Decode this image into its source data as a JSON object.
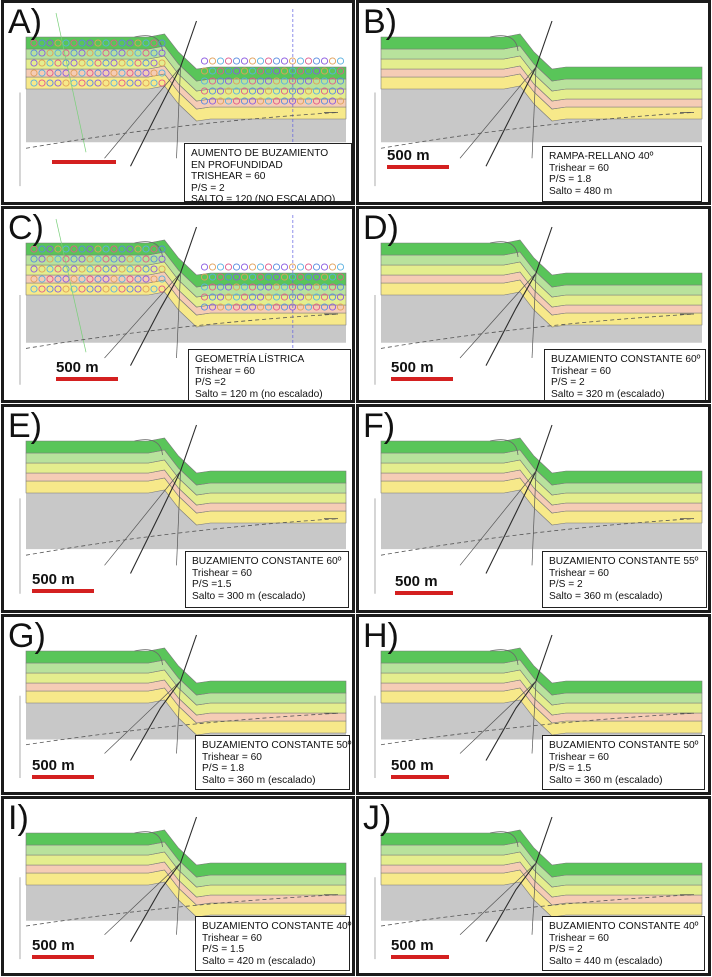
{
  "colors": {
    "green_dark": "#59c559",
    "green_light": "#b8e29c",
    "yellow_green": "#e4ee8e",
    "pink": "#f5ccb5",
    "yellow": "#f7e98a",
    "gray": "#c8c8c8",
    "scale_red": "#d42020"
  },
  "panels": [
    {
      "id": "A",
      "label": "A)",
      "style": "markers",
      "scale": "",
      "box": [
        "AUMENTO DE BUZAMIENTO",
        "EN PROFUNDIDAD",
        "TRISHEAR = 60",
        "P/S = 2",
        "SALTO = 120 (NO ESCALADO)"
      ]
    },
    {
      "id": "B",
      "label": "B)",
      "style": "clean",
      "scale": "500 m",
      "box": [
        "RAMPA-RELLANO 40º",
        "Trishear = 60",
        "P/S = 1.8",
        "Salto = 480 m"
      ]
    },
    {
      "id": "C",
      "label": "C)",
      "style": "markers",
      "scale": "500 m",
      "box": [
        "GEOMETRÍA LÍSTRICA",
        "Trishear = 60",
        "P/S =2",
        "Salto = 120 m (no escalado)"
      ]
    },
    {
      "id": "D",
      "label": "D)",
      "style": "clean",
      "scale": "500 m",
      "box": [
        "BUZAMIENTO CONSTANTE 60º",
        "Trishear = 60",
        "P/S = 2",
        "Salto = 320 m (escalado)"
      ]
    },
    {
      "id": "E",
      "label": "E)",
      "style": "clean",
      "scale": "500 m",
      "box": [
        "BUZAMIENTO CONSTANTE 60º",
        "Trishear = 60",
        "P/S =1.5",
        "Salto = 300 m (escalado)"
      ]
    },
    {
      "id": "F",
      "label": "F)",
      "style": "clean",
      "scale": "500 m",
      "box": [
        "BUZAMIENTO CONSTANTE 55º",
        "Trishear = 60",
        "P/S = 2",
        "Salto = 360 m (escalado)"
      ]
    },
    {
      "id": "G",
      "label": "G)",
      "style": "clean",
      "scale": "500 m",
      "box": [
        "BUZAMIENTO CONSTANTE 50º",
        "Trishear = 60",
        "P/S = 1.8",
        "Salto = 360 m (escalado)"
      ]
    },
    {
      "id": "H",
      "label": "H)",
      "style": "clean",
      "scale": "500 m",
      "box": [
        "BUZAMIENTO CONSTANTE 50º",
        "Trishear = 60",
        "P/S = 1.5",
        "Salto = 360 m (escalado)"
      ]
    },
    {
      "id": "I",
      "label": "I)",
      "style": "clean",
      "scale": "500 m",
      "box": [
        "BUZAMIENTO CONSTANTE 40º",
        "Trishear = 60",
        "P/S = 1.5",
        "Salto = 420 m (escalado)"
      ]
    },
    {
      "id": "J",
      "label": "J)",
      "style": "clean",
      "scale": "500 m",
      "box": [
        "BUZAMIENTO CONSTANTE 40º",
        "Trishear = 60",
        "P/S = 2",
        "Salto = 440 m (escalado)"
      ]
    }
  ]
}
